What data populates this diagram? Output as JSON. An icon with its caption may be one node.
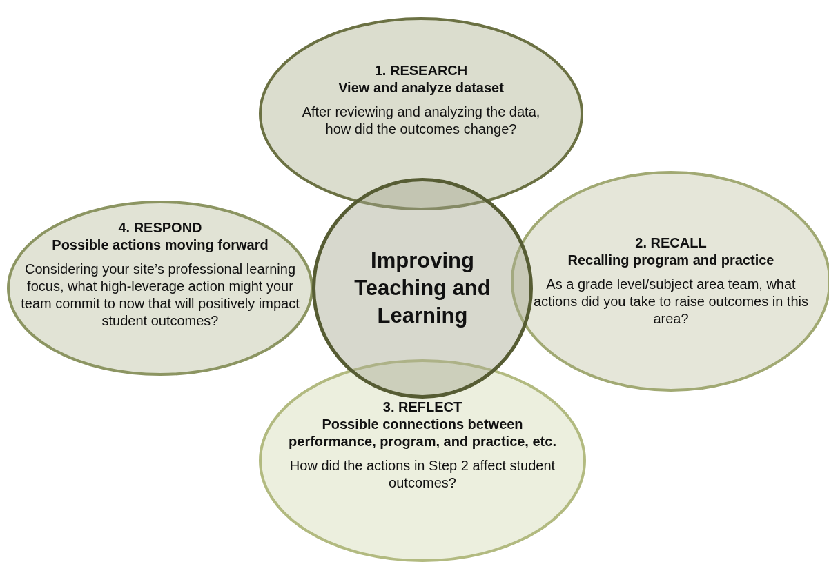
{
  "diagram": {
    "nodes": [
      {
        "text": [
          "1. RESEARCH",
          "View and analyze dataset",
          "After reviewing and analyzing the data, how did the outcomes change?"
        ]
      },
      {
        "text": [
          "4. RESPOND",
          "Possible actions moving forward",
          "Considering your site’s professional learning focus, what high-leverage action might your team commit to now that will positively impact student outcomes?"
        ]
      },
      {
        "text": [
          "Improving Teaching and Learning"
        ]
      },
      {
        "text": [
          "2. RECALL",
          "Recalling program and practice",
          "As a grade level/subject area team, what actions did you take to raise outcomes in this area?"
        ]
      },
      {
        "text": [
          "3. REFLECT",
          "Possible connections between performance, program, and practice, etc.",
          "How did the actions in Step 2 affect student outcomes?"
        ]
      }
    ],
    "edges": []
  }
}
